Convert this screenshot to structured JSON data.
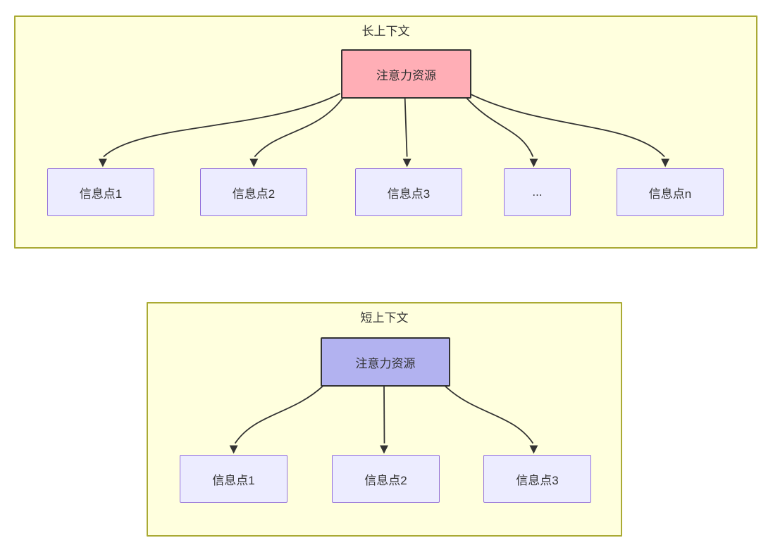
{
  "page": {
    "background": "#ffffff"
  },
  "colors": {
    "container_fill": "#ffffde",
    "container_border": "#aaaa33",
    "node_fill": "#ececff",
    "node_border": "#9370db",
    "attention_long_fill": "#ffaeb6",
    "attention_short_fill": "#b2b2f0",
    "attention_border": "#333333",
    "arrow_color": "#333333",
    "text_color": "#333333"
  },
  "diagrams": [
    {
      "title": "长上下文",
      "attention_label": "注意力资源",
      "attention_fill": "#ffaeb6",
      "nodes": [
        {
          "label": "信息点1"
        },
        {
          "label": "信息点2"
        },
        {
          "label": "信息点3"
        },
        {
          "label": "..."
        },
        {
          "label": "信息点n"
        }
      ]
    },
    {
      "title": "短上下文",
      "attention_label": "注意力资源",
      "attention_fill": "#b2b2f0",
      "nodes": [
        {
          "label": "信息点1"
        },
        {
          "label": "信息点2"
        },
        {
          "label": "信息点3"
        }
      ]
    }
  ]
}
